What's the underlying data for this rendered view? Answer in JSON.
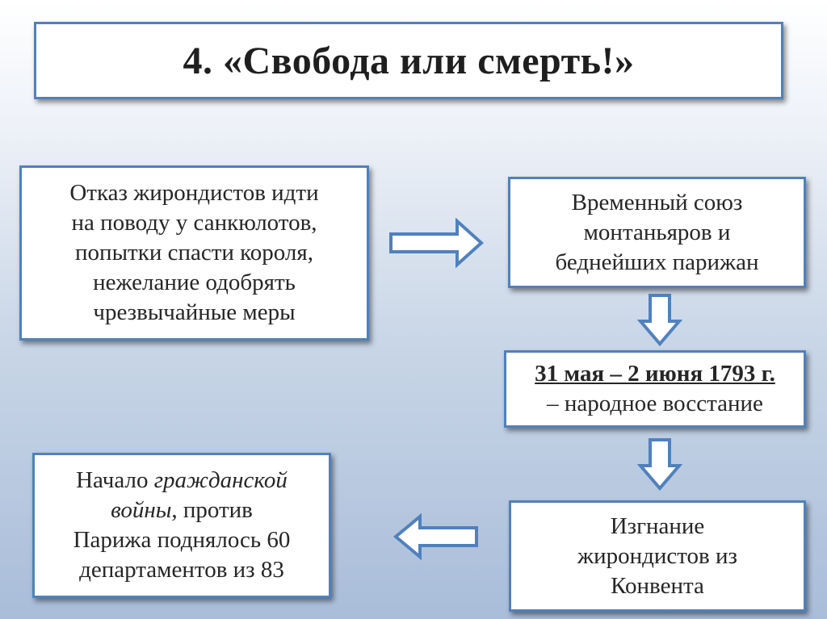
{
  "title": "4. «Свобода или смерть!»",
  "boxes": {
    "causes": [
      "Отказ жирондистов идти",
      "на поводу у санкюлотов,",
      "попытки спасти короля,",
      "нежелание одобрять",
      "чрезвычайные меры"
    ],
    "alliance": [
      "Временный союз",
      "монтаньяров и",
      "беднейших парижан"
    ],
    "uprising": {
      "date": "31 мая – 2 июня 1793 г.",
      "text": "– народное восстание"
    },
    "expulsion": [
      "Изгнание",
      "жирондистов из",
      "Конвента"
    ],
    "civil_war": {
      "prefix": "Начало ",
      "italic1": "гражданской",
      "italic2": "войны",
      "rest2": ", против",
      "line3": "Парижа поднялось 60",
      "line4": "департаментов из 83"
    }
  },
  "colors": {
    "border": "#4f81bd",
    "arrow_fill": "#ffffff"
  },
  "arrows": [
    "arrow-right",
    "arrow-down",
    "arrow-down",
    "arrow-left"
  ]
}
